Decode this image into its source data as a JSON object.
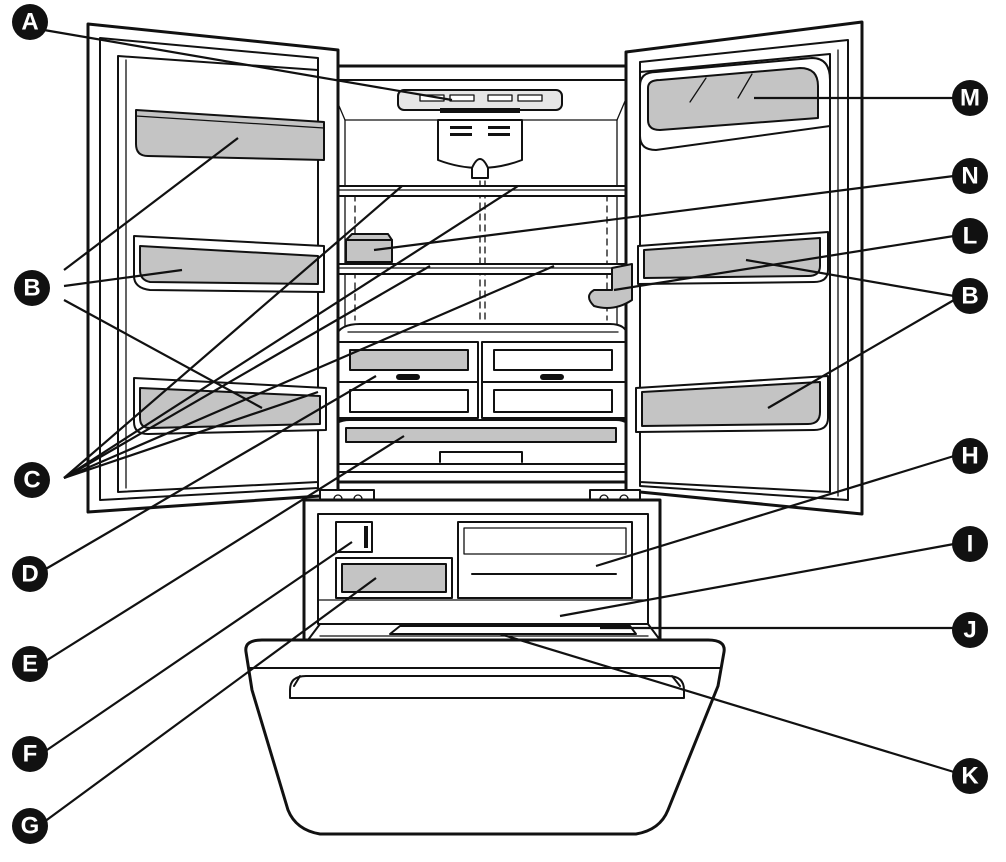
{
  "callouts": {
    "A": "A",
    "B": "B",
    "C": "C",
    "D": "D",
    "E": "E",
    "F": "F",
    "G": "G",
    "H": "H",
    "I": "I",
    "J": "J",
    "K": "K",
    "L": "L",
    "M": "M",
    "N": "N"
  },
  "colors": {
    "ink": "#111111",
    "highlight": "#c4c4c4",
    "background": "#ffffff"
  }
}
